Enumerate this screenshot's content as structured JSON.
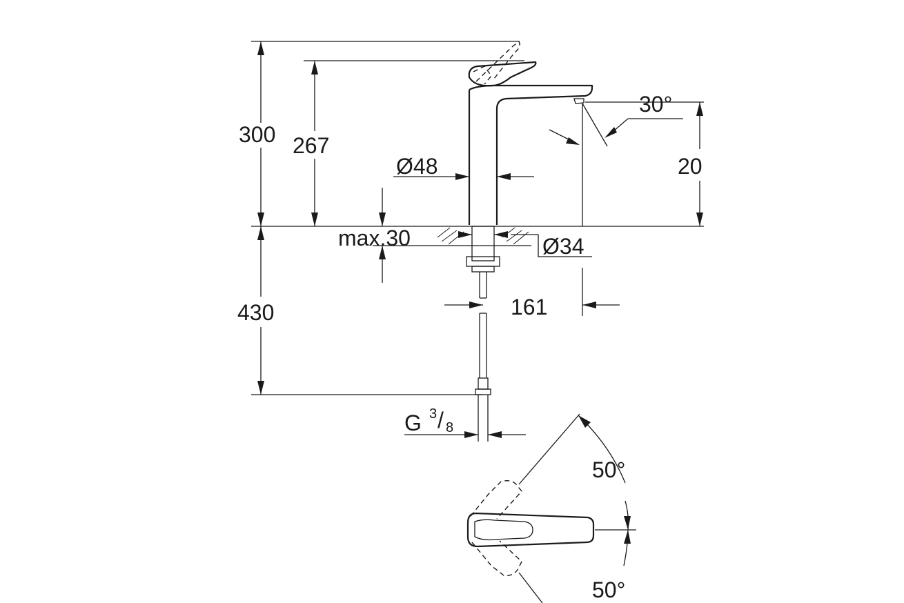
{
  "dimensions": {
    "total_height": "300",
    "spout_height": "267",
    "body_diameter": "Ø48",
    "spout_outlet_angle": "30°",
    "outlet_height": "20",
    "max_counter_thickness": "max.30",
    "hole_diameter": "Ø34",
    "hose_length": "430",
    "spout_reach": "161",
    "thread_letter": "G",
    "thread_numerator": "3",
    "thread_denominator": "8",
    "lever_angle_up": "50°",
    "lever_angle_down": "50°"
  },
  "colors": {
    "line": "#1a1a1a",
    "background": "#ffffff"
  }
}
